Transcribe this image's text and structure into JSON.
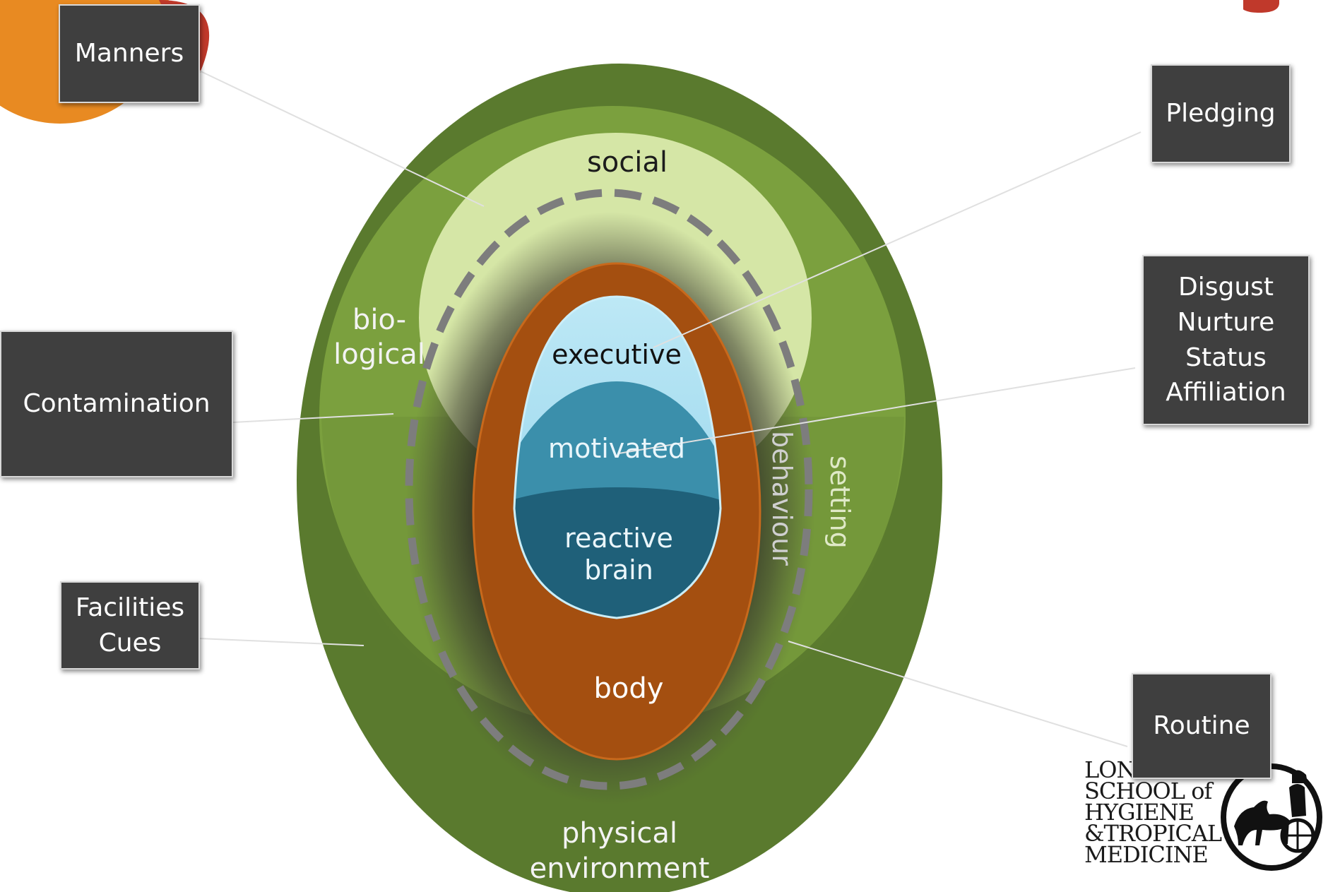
{
  "diagram": {
    "colors": {
      "physical": "#5a7a2e",
      "setting": "#7ba03e",
      "social": "#d5e6a6",
      "body": "#a44f10",
      "executive": "#9dd9ee",
      "motivated": "#3b8fab",
      "reactive": "#1f6079",
      "callout_bg": "#3f3f3f",
      "orange_corner": "#e88a22",
      "red_corner": "#c0392b"
    },
    "layers": {
      "social": "social",
      "biological_1": "bio-",
      "biological_2": "logical",
      "setting": "setting",
      "behaviour": "behaviour",
      "executive": "executive",
      "motivated": "motivated",
      "reactive_1": "reactive",
      "reactive_2": "brain",
      "body": "body",
      "physical_1": "physical",
      "physical_2": "environment"
    }
  },
  "callouts": {
    "manners": "Manners",
    "pledging": "Pledging",
    "contamination": "Contamination",
    "emotions": [
      "Disgust",
      "Nurture",
      "Status",
      "Affiliation"
    ],
    "facilities": [
      "Facilities",
      "Cues"
    ],
    "routine": "Routine"
  },
  "logo": {
    "lines": [
      "LONDON",
      "SCHOOL of",
      "HYGIENE",
      "&TROPICAL",
      "MEDICINE"
    ],
    "seal_icon": "horse-chariot-seal-icon"
  }
}
